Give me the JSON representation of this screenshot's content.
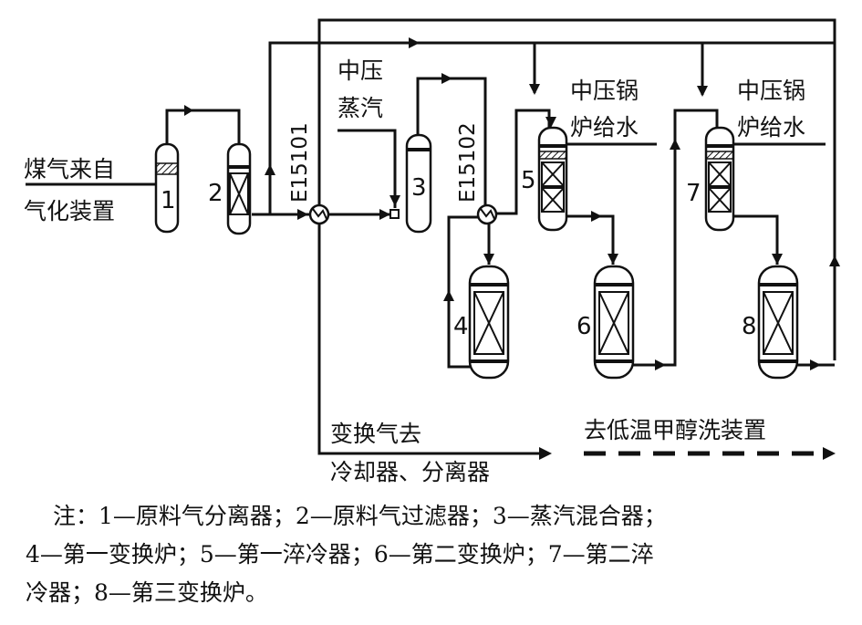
{
  "diagram": {
    "labels": {
      "gas_source_line1": "煤气来自",
      "gas_source_line2": "气化装置",
      "mp_steam_line1": "中压",
      "mp_steam_line2": "蒸汽",
      "bfw1_line1": "中压锅",
      "bfw1_line2": "炉给水",
      "bfw2_line1": "中压锅",
      "bfw2_line2": "炉给水",
      "shifted_gas_line1": "变换气去",
      "shifted_gas_line2": "冷却器、分离器",
      "to_rectisol": "去低温甲醇洗装置"
    },
    "exchangers": [
      "E15101",
      "E15102"
    ],
    "equipment_numbers": [
      "1",
      "2",
      "3",
      "4",
      "5",
      "6",
      "7",
      "8"
    ]
  },
  "note": {
    "line1": "注：1—原料气分离器；2—原料气过滤器；3—蒸汽混合器；",
    "line2": "4—第一变换炉；5—第一淬冷器；6—第二变换炉；7—第二淬",
    "line3": "冷器；8—第三变换炉。"
  }
}
